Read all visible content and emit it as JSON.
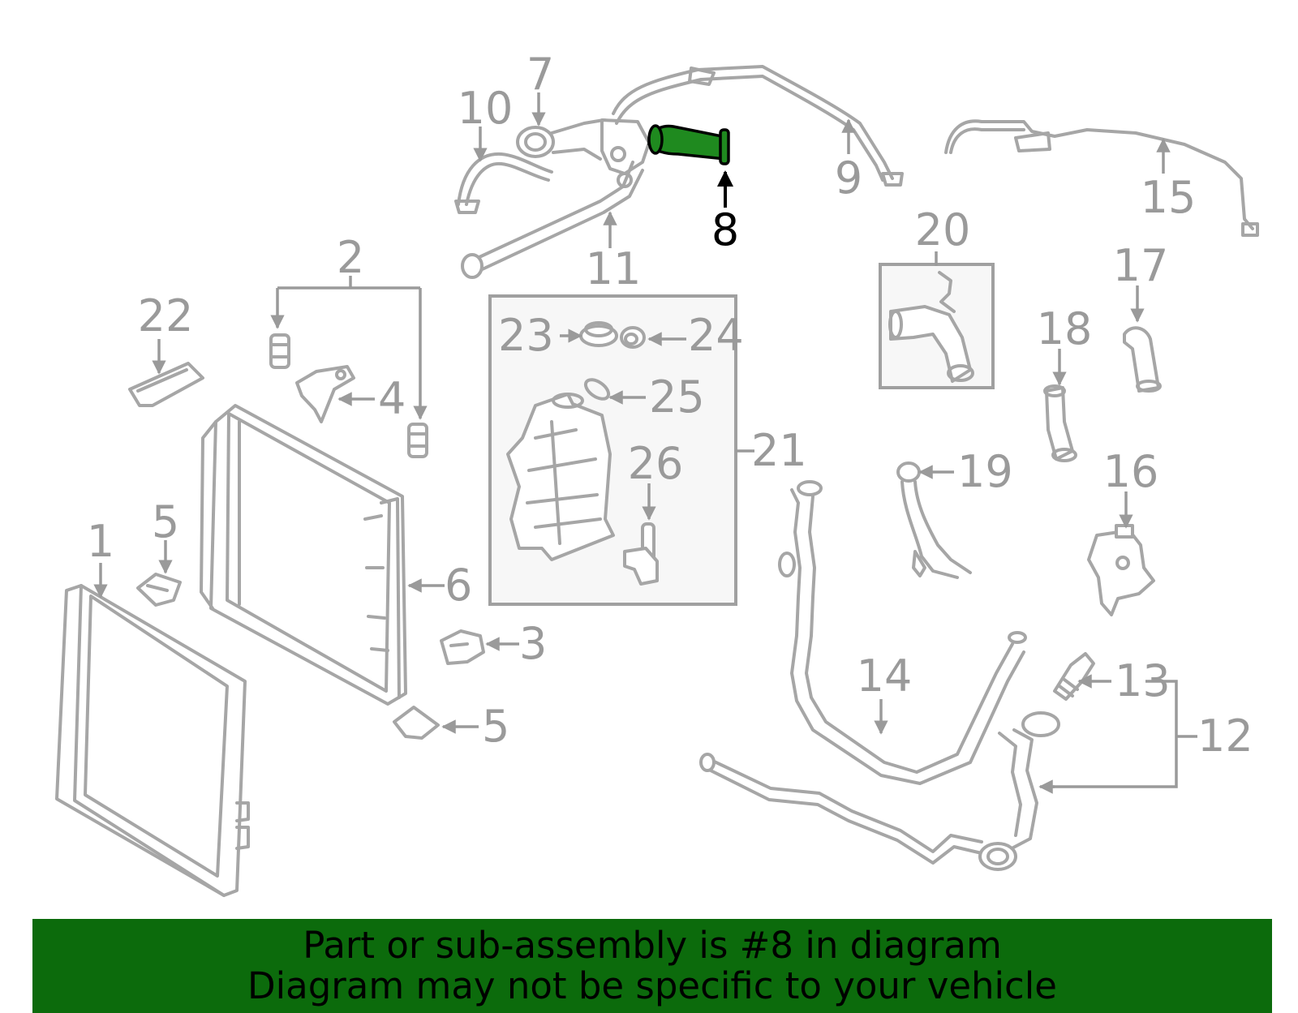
{
  "highlight_color": "#1f8a1f",
  "banner_color": "#0c6b0c",
  "callouts": {
    "c1": "1",
    "c2": "2",
    "c3": "3",
    "c4": "4",
    "c5a": "5",
    "c5b": "5",
    "c6": "6",
    "c7": "7",
    "c8": "8",
    "c9": "9",
    "c10": "10",
    "c11": "11",
    "c12": "12",
    "c13": "13",
    "c14": "14",
    "c15": "15",
    "c16": "16",
    "c17": "17",
    "c18": "18",
    "c19": "19",
    "c20": "20",
    "c21": "21",
    "c22": "22",
    "c23": "23",
    "c24": "24",
    "c25": "25",
    "c26": "26"
  },
  "banner": {
    "line1": "Part or sub-assembly is #8 in diagram",
    "line2": "Diagram may not be specific to your vehicle"
  }
}
